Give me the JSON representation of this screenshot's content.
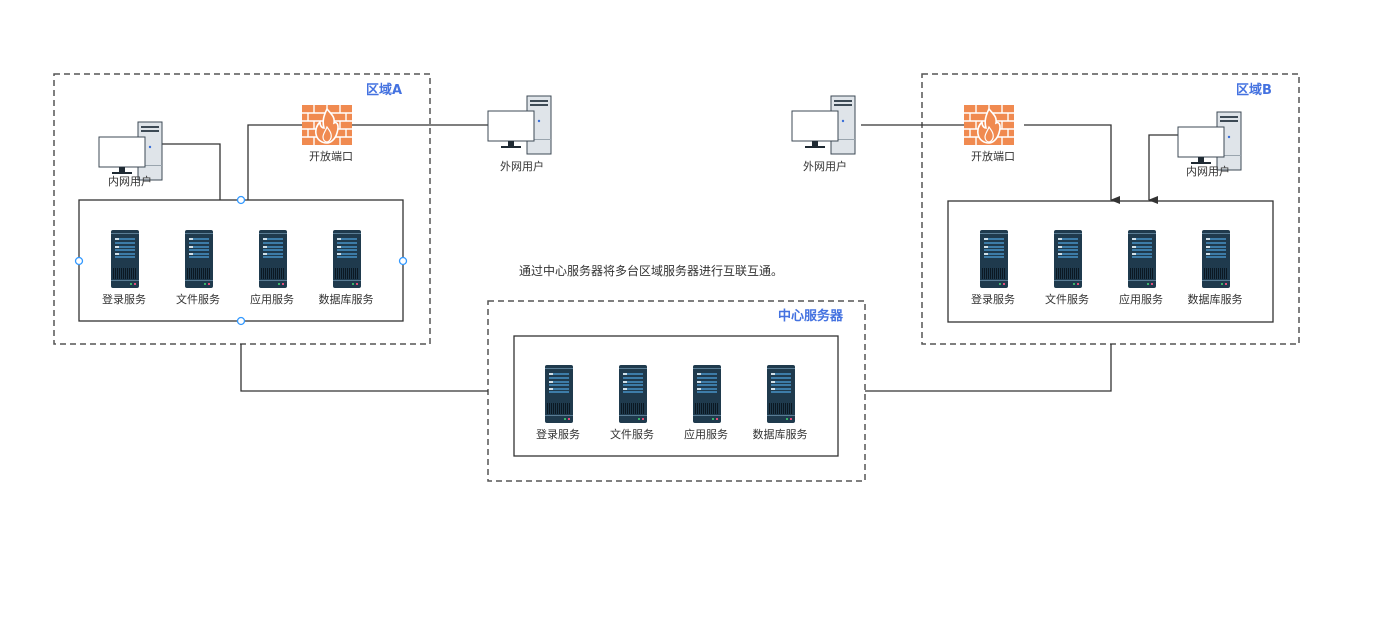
{
  "diagram": {
    "caption": "通过中心服务器将多台区域服务器进行互联互通。",
    "colors": {
      "accent_title": "#4472e0",
      "line": "#333333",
      "dashed_border": "#555555",
      "firewall": "#f08a50",
      "server_body": "#1f3a4d",
      "handle": "#3399ff"
    },
    "zones": {
      "a": {
        "title": "区域A",
        "intranet_user": {
          "label": "内网用户",
          "icon": "desktop-computer-icon"
        },
        "firewall": {
          "label": "开放端口",
          "icon": "firewall-icon"
        },
        "servers": [
          {
            "label": "登录服务",
            "icon": "server-icon"
          },
          {
            "label": "文件服务",
            "icon": "server-icon"
          },
          {
            "label": "应用服务",
            "icon": "server-icon"
          },
          {
            "label": "数据库服务",
            "icon": "server-icon"
          }
        ]
      },
      "b": {
        "title": "区域B",
        "intranet_user": {
          "label": "内网用户",
          "icon": "desktop-computer-icon"
        },
        "firewall": {
          "label": "开放端口",
          "icon": "firewall-icon"
        },
        "servers": [
          {
            "label": "登录服务",
            "icon": "server-icon"
          },
          {
            "label": "文件服务",
            "icon": "server-icon"
          },
          {
            "label": "应用服务",
            "icon": "server-icon"
          },
          {
            "label": "数据库服务",
            "icon": "server-icon"
          }
        ]
      },
      "center": {
        "title": "中心服务器",
        "servers": [
          {
            "label": "登录服务",
            "icon": "server-icon"
          },
          {
            "label": "文件服务",
            "icon": "server-icon"
          },
          {
            "label": "应用服务",
            "icon": "server-icon"
          },
          {
            "label": "数据库服务",
            "icon": "server-icon"
          }
        ]
      }
    },
    "external_users": {
      "a": {
        "label": "外网用户",
        "icon": "desktop-computer-icon"
      },
      "b": {
        "label": "外网用户",
        "icon": "desktop-computer-icon"
      }
    }
  }
}
